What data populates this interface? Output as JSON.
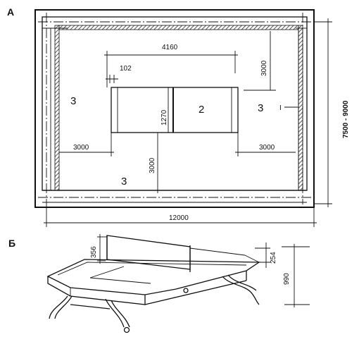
{
  "panels": {
    "a": "А",
    "b": "Б"
  },
  "plan": {
    "zones": {
      "table": "2",
      "left": "3",
      "right": "3",
      "bottom": "3"
    },
    "marker": "I",
    "dims": {
      "net_width": "4160",
      "line_width": "102",
      "top_clearance": "3000",
      "net_height": "1270",
      "left_clearance": "3000",
      "right_clearance": "3000",
      "bottom_clearance": "3000",
      "hall_length": "12000",
      "hall_width": "7500 - 9000"
    }
  },
  "table_view": {
    "dims": {
      "top_height": "356",
      "net_post": "254",
      "table_height": "990"
    }
  },
  "colors": {
    "ink": "#111111",
    "paper": "#ffffff",
    "hatch": "#111111"
  }
}
